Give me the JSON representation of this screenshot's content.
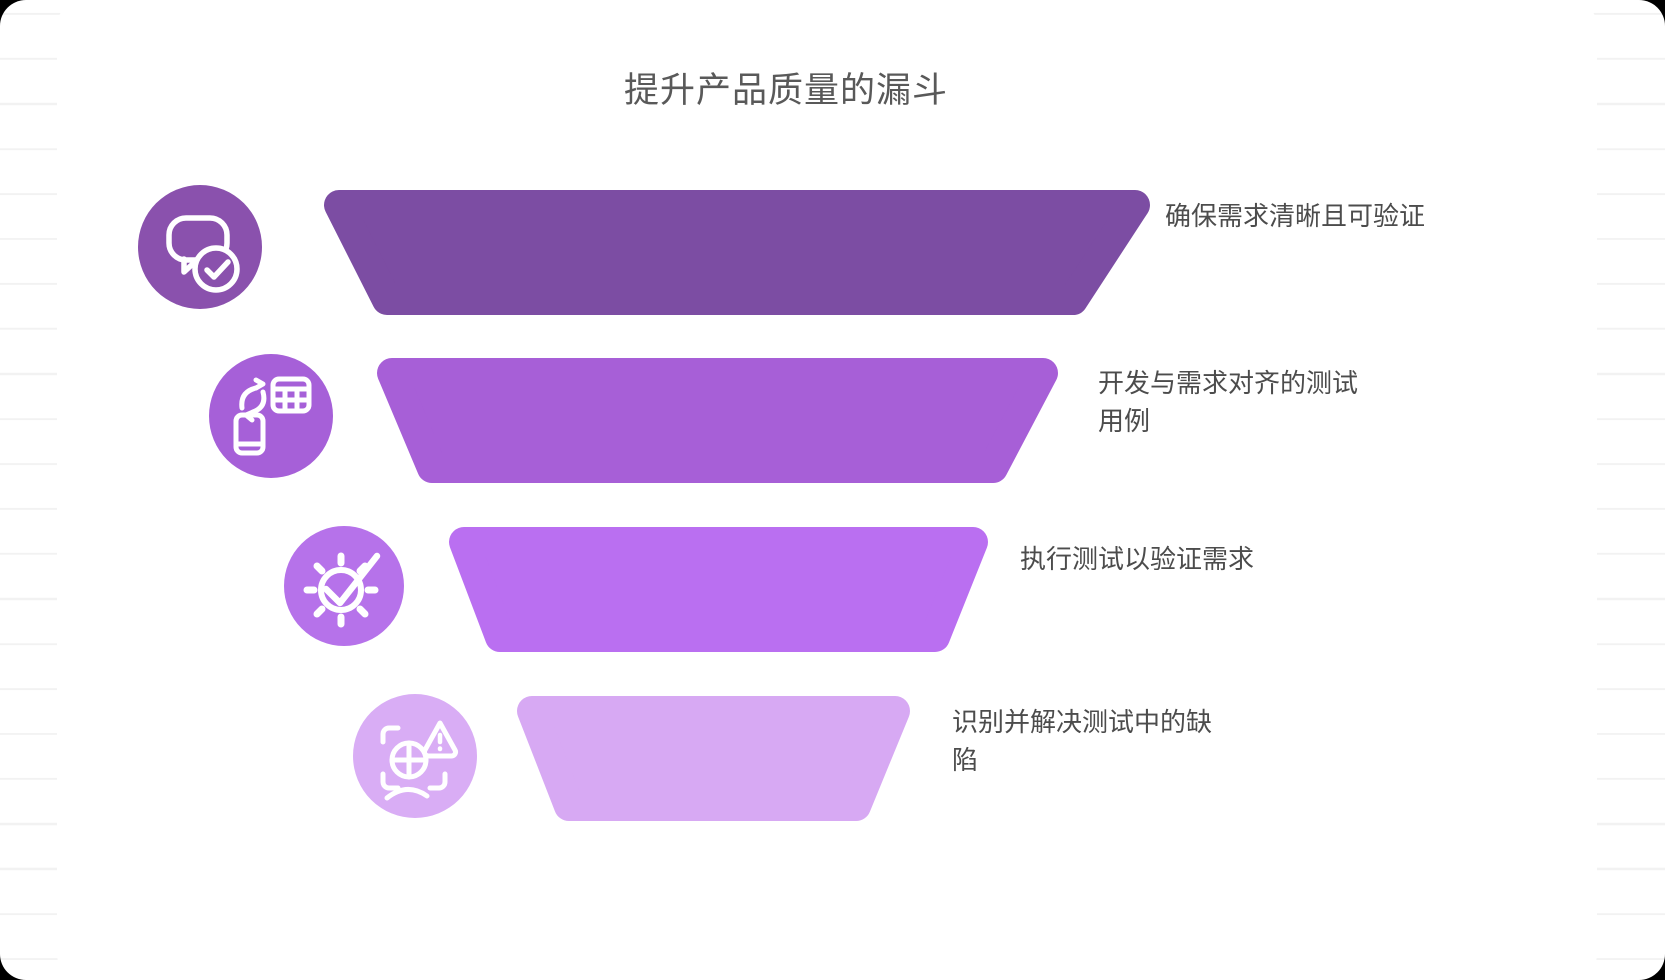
{
  "title": "提升产品质量的漏斗",
  "text_color": "#4c4c4c",
  "title_color": "#595959",
  "stages": [
    {
      "label": "确保需求清晰且可验证",
      "bar_color": "#7c4da3",
      "icon_color": "#8a51ad",
      "icon": "chat-check-icon"
    },
    {
      "label": "开发与需求对齐的测试用例",
      "bar_color": "#a75fd7",
      "icon_color": "#a660d8",
      "icon": "device-table-sync-icon"
    },
    {
      "label": "执行测试以验证需求",
      "bar_color": "#ba6ff1",
      "icon_color": "#b672ea",
      "icon": "gear-check-icon"
    },
    {
      "label": "识别并解决测试中的缺陷",
      "bar_color": "#d7a9f3",
      "icon_color": "#d9adf5",
      "icon": "defect-scan-icon"
    }
  ]
}
